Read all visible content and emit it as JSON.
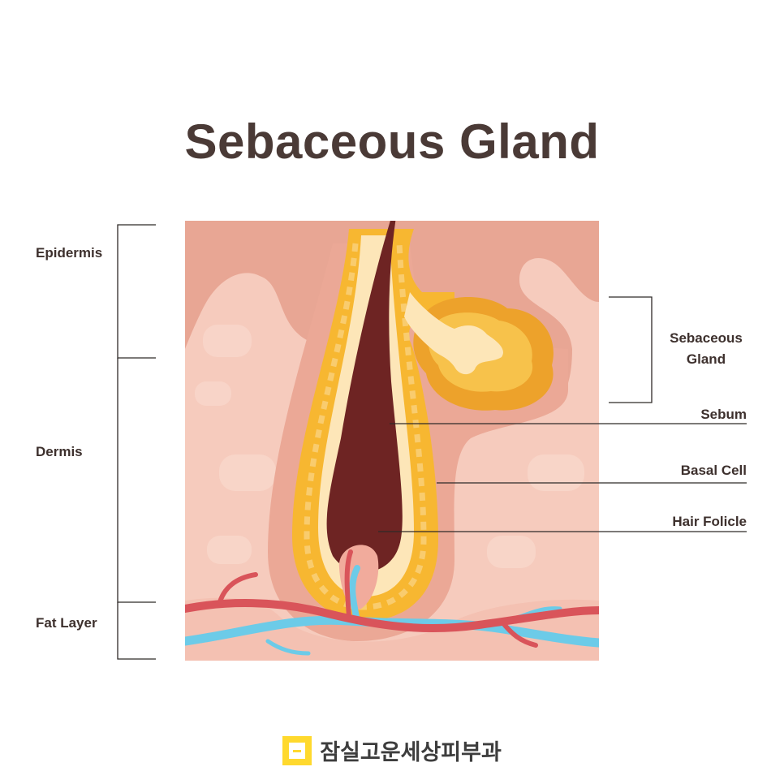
{
  "title": "Sebaceous Gland",
  "layers": {
    "epidermis": "Epidermis",
    "dermis": "Dermis",
    "fat_layer": "Fat Layer"
  },
  "parts": {
    "sebaceous_gland_line1": "Sebaceous",
    "sebaceous_gland_line2": "Gland",
    "sebum": "Sebum",
    "basal_cell": "Basal Cell",
    "hair_follicle": "Hair Folicle"
  },
  "footer": {
    "logo_icon": "clinic-logo-icon",
    "clinic_name": "잠실고운세상피부과"
  },
  "colors": {
    "skin_dark": "#e8a694",
    "skin_light": "#f6cbbd",
    "follicle_yellow": "#f7b731",
    "gland_orange": "#eda22b",
    "hair": "#6e2423",
    "artery": "#d9545a",
    "vein": "#6ccbe8",
    "brand_yellow": "#ffd92e"
  }
}
